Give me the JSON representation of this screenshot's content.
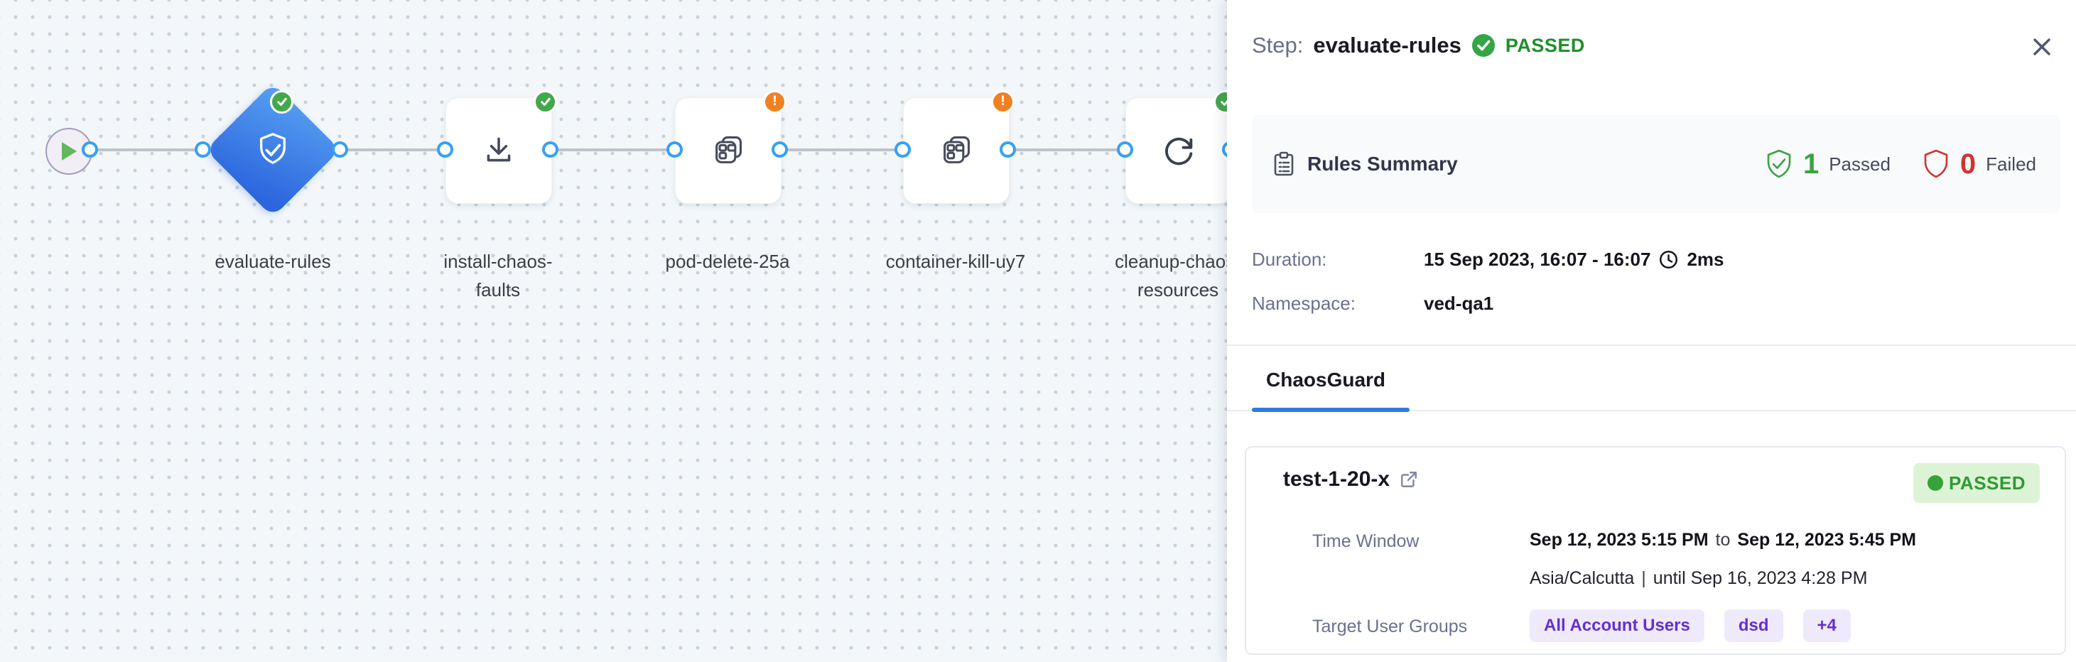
{
  "canvas": {
    "nodes": [
      {
        "id": "start",
        "label": ""
      },
      {
        "id": "evaluate-rules",
        "label": "evaluate-rules",
        "status": "passed"
      },
      {
        "id": "install-chaos-faults",
        "label": "install-chaos-faults",
        "status": "passed"
      },
      {
        "id": "pod-delete-25a",
        "label": "pod-delete-25a",
        "status": "warning"
      },
      {
        "id": "container-kill-uy7",
        "label": "container-kill-uy7",
        "status": "warning"
      },
      {
        "id": "cleanup-chaos-resources",
        "label": "cleanup-chaos-resources",
        "status": "passed"
      }
    ]
  },
  "panel": {
    "title_prefix": "Step:",
    "title": "evaluate-rules",
    "status": "PASSED",
    "rules_summary": {
      "label": "Rules Summary",
      "passed_count": "1",
      "passed_label": "Passed",
      "failed_count": "0",
      "failed_label": "Failed"
    },
    "duration": {
      "label": "Duration:",
      "value": "15 Sep 2023, 16:07 - 16:07",
      "elapsed": "2ms"
    },
    "namespace": {
      "label": "Namespace:",
      "value": "ved-qa1"
    },
    "tabs": [
      {
        "label": "ChaosGuard",
        "active": true
      }
    ],
    "guard": {
      "name": "test-1-20-x",
      "status": "PASSED",
      "time_window": {
        "label": "Time Window",
        "from": "Sep 12, 2023 5:15 PM",
        "to_word": "to",
        "to": "Sep 12, 2023 5:45 PM",
        "timezone": "Asia/Calcutta",
        "separator": "|",
        "until": "until Sep 16, 2023 4:28 PM"
      },
      "target_user_groups": {
        "label": "Target User Groups",
        "chips": [
          "All Account Users",
          "dsd",
          "+4"
        ]
      }
    }
  },
  "colors": {
    "accent_blue": "#2f7ce0",
    "node_blue": "#2c66dd",
    "success_green": "#43a84a",
    "warning_orange": "#f08122",
    "fail_red": "#cf3333",
    "chip_purple": "#6330cc",
    "port_blue": "#38a0f1"
  }
}
